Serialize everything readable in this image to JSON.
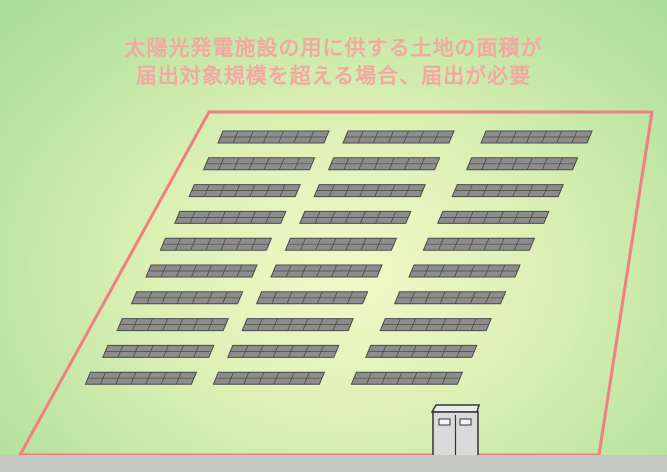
{
  "caption": {
    "line1": "太陽光発電施設の用に供する土地の面積が",
    "line2": "届出対象規模を超える場合、届出が必要"
  },
  "colors": {
    "background_center": "#f3f8c8",
    "background_edge": "#a9dc96",
    "boundary_line": "#ef7f80",
    "caption_text": "#f2a9a0",
    "panel_fill": "#8d8d8d",
    "panel_grid": "#4a4a4a",
    "cabinet_fill": "#dadada",
    "bottom_band": "#c5c8c2"
  },
  "diagram": {
    "panel_columns": 3,
    "panel_rows": 10,
    "boundary": "site-boundary",
    "equipment": "power-conditioner-cabinet"
  }
}
